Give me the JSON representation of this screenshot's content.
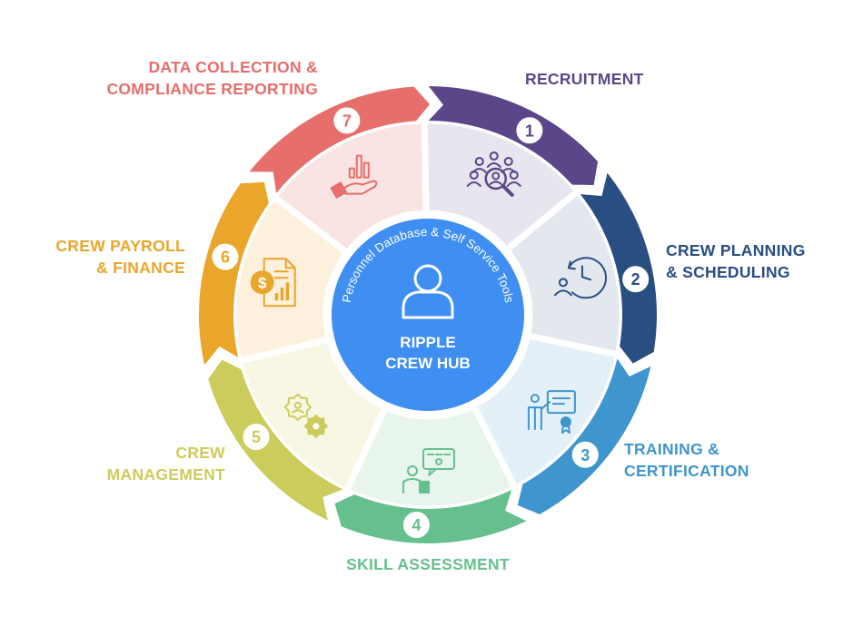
{
  "hub": {
    "title_line1": "RIPPLE",
    "title_line2": "CREW HUB",
    "arc_text": "Personnel Database & Self Service Tools",
    "color": "#3f8ef1",
    "icon": "user-icon"
  },
  "steps": [
    {
      "number": "1",
      "lines": [
        "RECRUITMENT"
      ],
      "color": "#5b4689",
      "fill": "#e7e5ee",
      "icon": "recruitment-search-icon"
    },
    {
      "number": "2",
      "lines": [
        "CREW PLANNING",
        "& SCHEDULING"
      ],
      "color": "#284e82",
      "fill": "#e3e8ef",
      "icon": "clock-schedule-icon"
    },
    {
      "number": "3",
      "lines": [
        "TRAINING &",
        "CERTIFICATION"
      ],
      "color": "#3f95cd",
      "fill": "#e4f0f8",
      "icon": "training-certificate-icon"
    },
    {
      "number": "4",
      "lines": [
        "SKILL ASSESSMENT"
      ],
      "color": "#66c08d",
      "fill": "#e8f5ec",
      "icon": "assessment-checklist-icon"
    },
    {
      "number": "5",
      "lines": [
        "CREW",
        "MANAGEMENT"
      ],
      "color": "#cccc5c",
      "fill": "#f8f7e3",
      "icon": "gears-icon"
    },
    {
      "number": "6",
      "lines": [
        "CREW PAYROLL",
        "& FINANCE"
      ],
      "color": "#e9a62a",
      "fill": "#fdf0dc",
      "icon": "payroll-document-icon"
    },
    {
      "number": "7",
      "lines": [
        "DATA COLLECTION &",
        "COMPLIANCE REPORTING"
      ],
      "color": "#e66e6b",
      "fill": "#f9e4e3",
      "icon": "hand-chart-icon"
    }
  ]
}
